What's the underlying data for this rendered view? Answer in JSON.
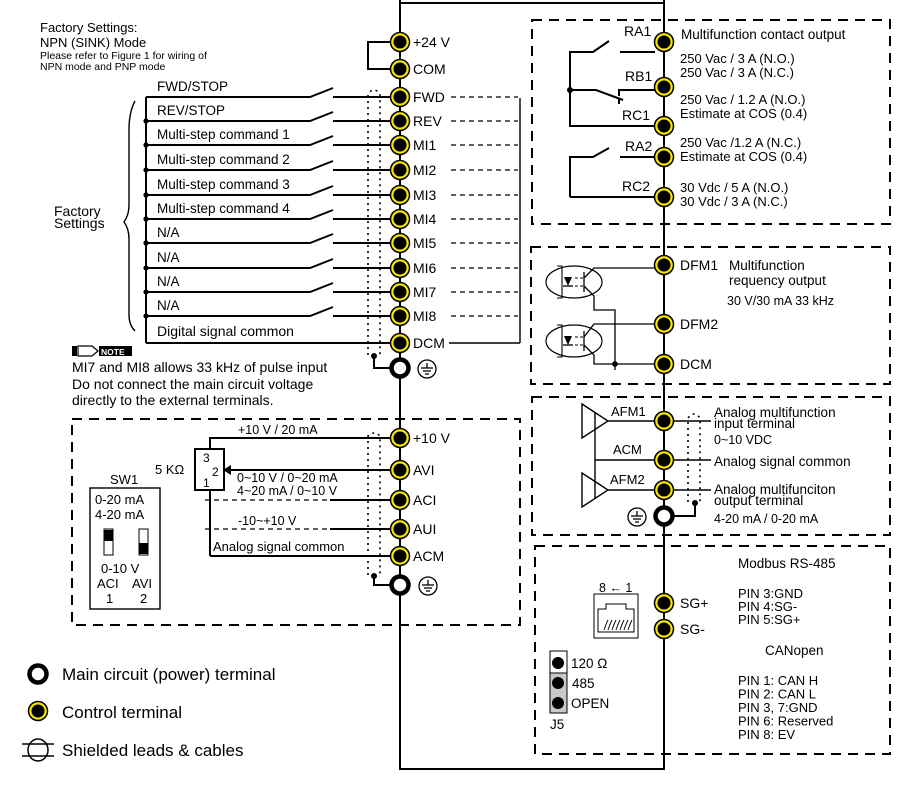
{
  "header_notes": {
    "line1": "Factory Settings:",
    "line2": "NPN (SINK) Mode",
    "line3": "Please refer to Figure 1 for wiring of",
    "line4": "NPN mode and PNP mode"
  },
  "power_terminals": [
    {
      "id": "+24V",
      "label": "+24 V"
    },
    {
      "id": "COM",
      "label": "COM"
    }
  ],
  "factory_settings_label": [
    "Factory",
    "Settings"
  ],
  "digital_inputs": [
    {
      "function": "FWD/STOP",
      "terminal": "FWD"
    },
    {
      "function": "REV/STOP",
      "terminal": "REV"
    },
    {
      "function": "Multi-step command 1",
      "terminal": "MI1"
    },
    {
      "function": "Multi-step command 2",
      "terminal": "MI2"
    },
    {
      "function": "Multi-step command 3",
      "terminal": "MI3"
    },
    {
      "function": "Multi-step command 4",
      "terminal": "MI4"
    },
    {
      "function": "N/A",
      "terminal": "MI5"
    },
    {
      "function": "N/A",
      "terminal": "MI6"
    },
    {
      "function": "N/A",
      "terminal": "MI7"
    },
    {
      "function": "N/A",
      "terminal": "MI8"
    }
  ],
  "digital_common": {
    "function": "Digital signal common",
    "terminal": "DCM"
  },
  "note": {
    "badge": "NOTE",
    "lines": [
      "MI7 and MI8 allows 33 kHz of pulse input",
      "Do not connect the main circuit voltage",
      "directly to the external terminals."
    ]
  },
  "analog_input": {
    "terminals": [
      "+10 V",
      "AVI",
      "ACI",
      "AUI",
      "ACM"
    ],
    "supply_label": "+10 V / 20 mA",
    "pot_label": "5 KΩ",
    "pot_pins": [
      "3",
      "2",
      "1"
    ],
    "avi_range": "0~10 V / 0~20 mA",
    "aci_range": "4~20 mA / 0~10 V",
    "aui_range": "-10~+10 V",
    "common_label": "Analog signal common",
    "sw1": {
      "title": "SW1",
      "top_lines": [
        "0-20 mA",
        "4-20 mA"
      ],
      "bottom_line": "0-10 V",
      "switches": [
        {
          "name": "ACI",
          "number": "1",
          "position": "up"
        },
        {
          "name": "AVI",
          "number": "2",
          "position": "down"
        }
      ]
    }
  },
  "relay_output": {
    "title": "Multifunction contact output",
    "terminals": [
      "RA1",
      "RB1",
      "RC1",
      "RA2",
      "RC2"
    ],
    "ratings": [
      "250 Vac / 3 A (N.O.)",
      "250 Vac / 3 A (N.C.)",
      "250 Vac / 1.2 A (N.O.)",
      "Estimate at COS (0.4)",
      "250 Vac /1.2 A (N.C.)",
      "Estimate at COS (0.4)",
      "30 Vdc / 5 A (N.O.)",
      "30 Vdc / 3 A (N.C.)"
    ]
  },
  "digital_frequency_output": {
    "terminals": [
      "DFM1",
      "DFM2",
      "DCM"
    ],
    "title_lines": [
      "Multifunction",
      "requency output"
    ],
    "rating": "30 V/30 mA 33 kHz"
  },
  "analog_output": {
    "terminals": [
      "AFM1",
      "ACM",
      "AFM2"
    ],
    "afm1_desc": [
      "Analog multifunction",
      "input terminal",
      "0~10 VDC"
    ],
    "acm_desc": "Analog signal common",
    "afm2_desc": [
      "Analog multifunciton",
      "output terminal",
      "4-20 mA / 0-20 mA"
    ]
  },
  "communication": {
    "rj45_label": "8 ← 1",
    "terminals": [
      "SG+",
      "SG-"
    ],
    "modbus_title": "Modbus RS-485",
    "modbus_pins": [
      "PIN 3:GND",
      "PIN 4:SG-",
      "PIN 5:SG+"
    ],
    "canopen_title": "CANopen",
    "canopen_pins": [
      "PIN 1: CAN H",
      "PIN 2: CAN L",
      "PIN 3, 7:GND",
      "PIN 6: Reserved",
      "PIN 8: EV"
    ],
    "j5": {
      "name": "J5",
      "options": [
        "120 Ω",
        "485",
        "OPEN"
      ]
    }
  },
  "legend": [
    {
      "icon": "main-circuit-terminal-icon",
      "label": "Main circuit (power) terminal"
    },
    {
      "icon": "control-terminal-icon",
      "label": "Control terminal"
    },
    {
      "icon": "shielded-cable-icon",
      "label": "Shielded leads & cables"
    }
  ],
  "colors": {
    "terminal_ring": "#f5e400",
    "terminal_fill": "#000000",
    "line": "#000000",
    "jumper_bg": "#c8c8c8"
  }
}
